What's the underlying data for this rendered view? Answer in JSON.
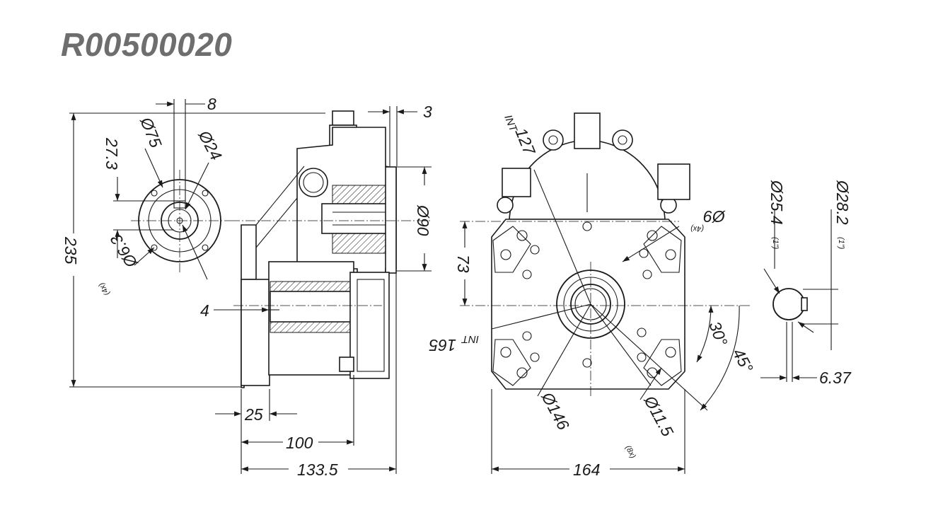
{
  "drawing": {
    "part_number": "R00500020",
    "dims": {
      "d8": "8",
      "d3": "3",
      "d75": "Ø75",
      "d24": "Ø24",
      "d27_3": "27.3",
      "d235": "235",
      "d6_3": "Ø6.3",
      "d6_3_qty": "(4x)",
      "d4": "4",
      "d90": "Ø90",
      "d73": "73",
      "d25": "25",
      "d100": "100",
      "d133_5": "133.5",
      "int127": "127",
      "int127_prefix": "INT",
      "int165": "165",
      "int165_prefix": "INT",
      "d9": "Ø9",
      "d9_qty": "(4x)",
      "d30deg": "30°",
      "d45deg": "45°",
      "d146": "Ø146",
      "d11_5": "Ø11.5",
      "d11_5_qty": "(8x)",
      "d164": "164",
      "d25_4": "Ø25.4",
      "d25_4_inch": "(1\")",
      "d28_2": "Ø28.2",
      "d28_2_inch": "(1\")",
      "d6_37": "6.37"
    }
  }
}
